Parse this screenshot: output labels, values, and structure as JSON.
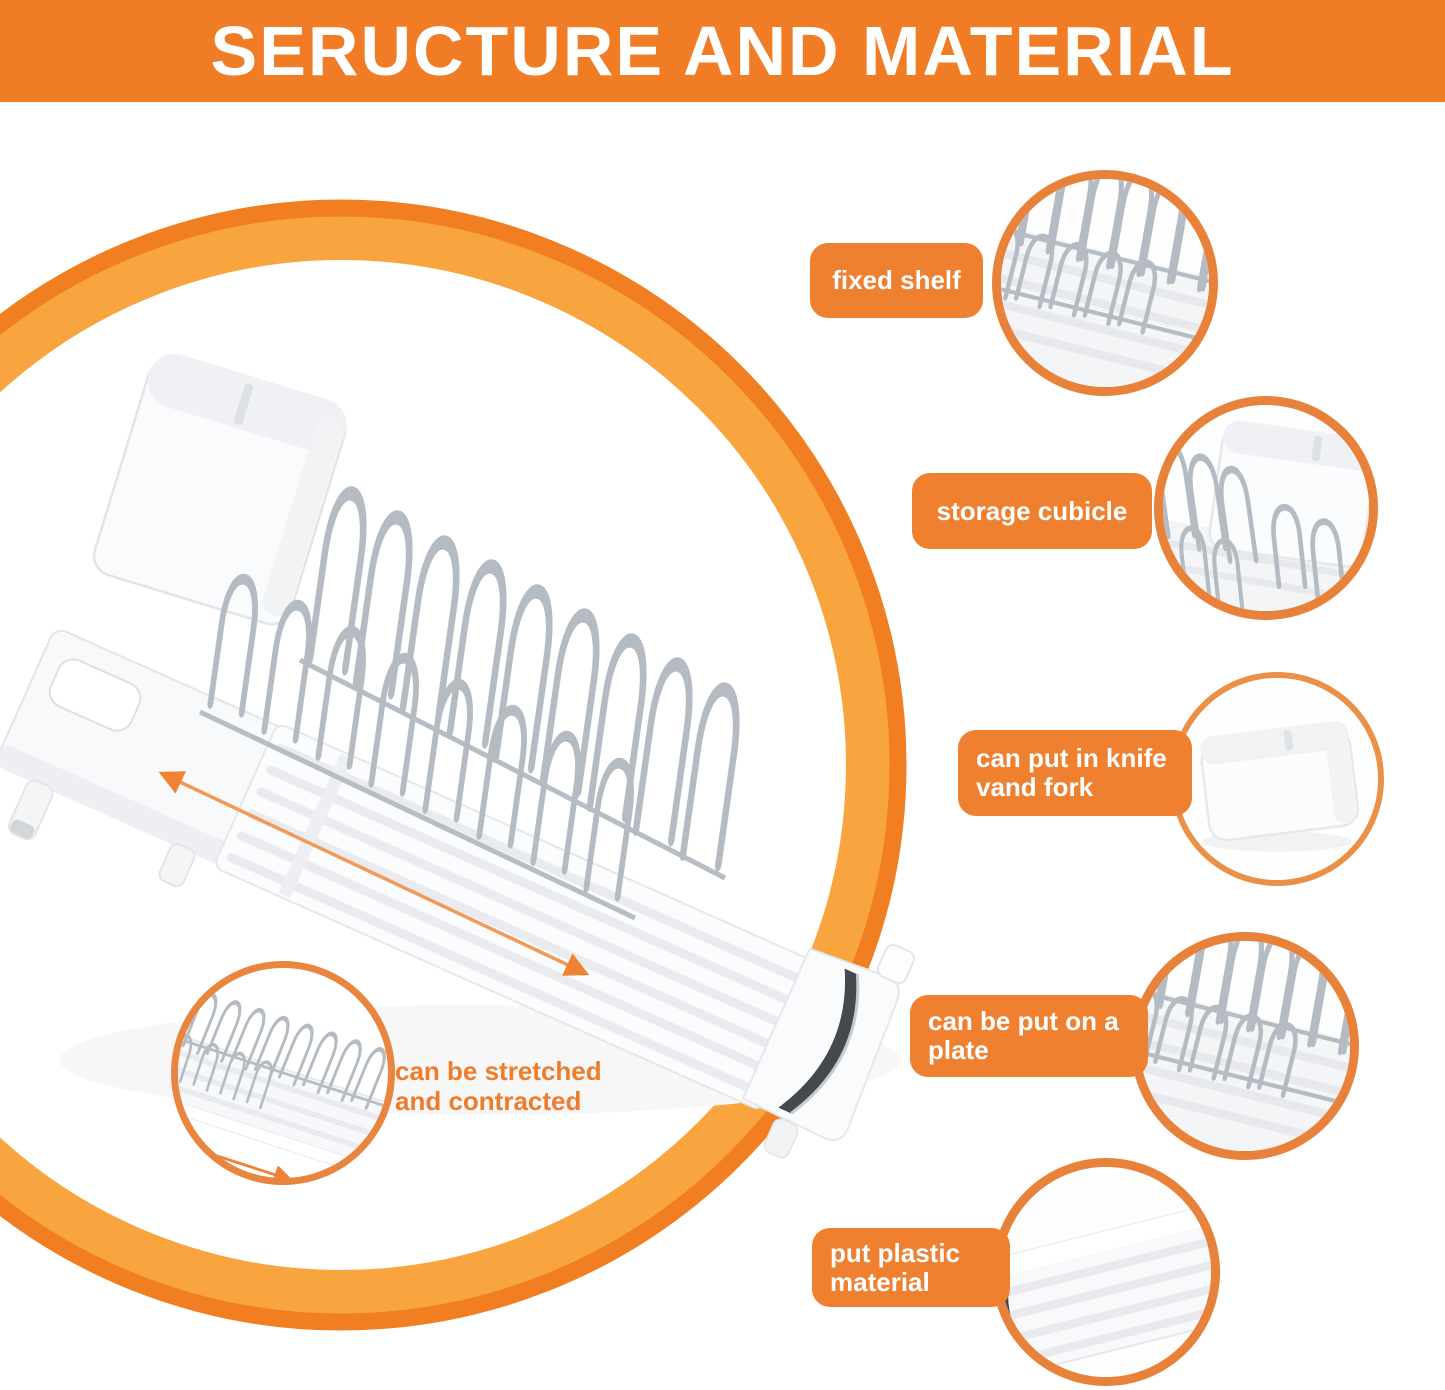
{
  "header": {
    "title": "SERUCTURE AND MATERIAL"
  },
  "callouts": [
    {
      "id": "fixed-shelf",
      "line1": "fixed shelf",
      "line2": ""
    },
    {
      "id": "storage-cubicle",
      "line1": "storage cubicle",
      "line2": ""
    },
    {
      "id": "knife-fork",
      "line1": "can put in knife",
      "line2": "vand fork"
    },
    {
      "id": "plate",
      "line1": "can be put on a",
      "line2": "plate"
    },
    {
      "id": "plastic",
      "line1": "put plastic",
      "line2": "material"
    }
  ],
  "annotation": {
    "line1": "can be stretched",
    "line2": "and contracted"
  },
  "icons": {
    "stretch_arrow": "double-headed-arrow",
    "mini_stretch_arrow": "double-headed-arrow",
    "swoosh": "orange-ring-swoosh",
    "product": "extendable-dish-drying-rack"
  },
  "colors": {
    "header_bg": "#F07D26",
    "callout_bg": "#EF8030",
    "swoosh_dark": "#F17E21",
    "swoosh_amber": "#F9A53F",
    "circle_ring": "#E8823A",
    "annotation_text": "#ED7D2B",
    "arrow": "#F08233",
    "chrome_wire": "#B4BBC3",
    "grip_dark": "#45484D"
  }
}
